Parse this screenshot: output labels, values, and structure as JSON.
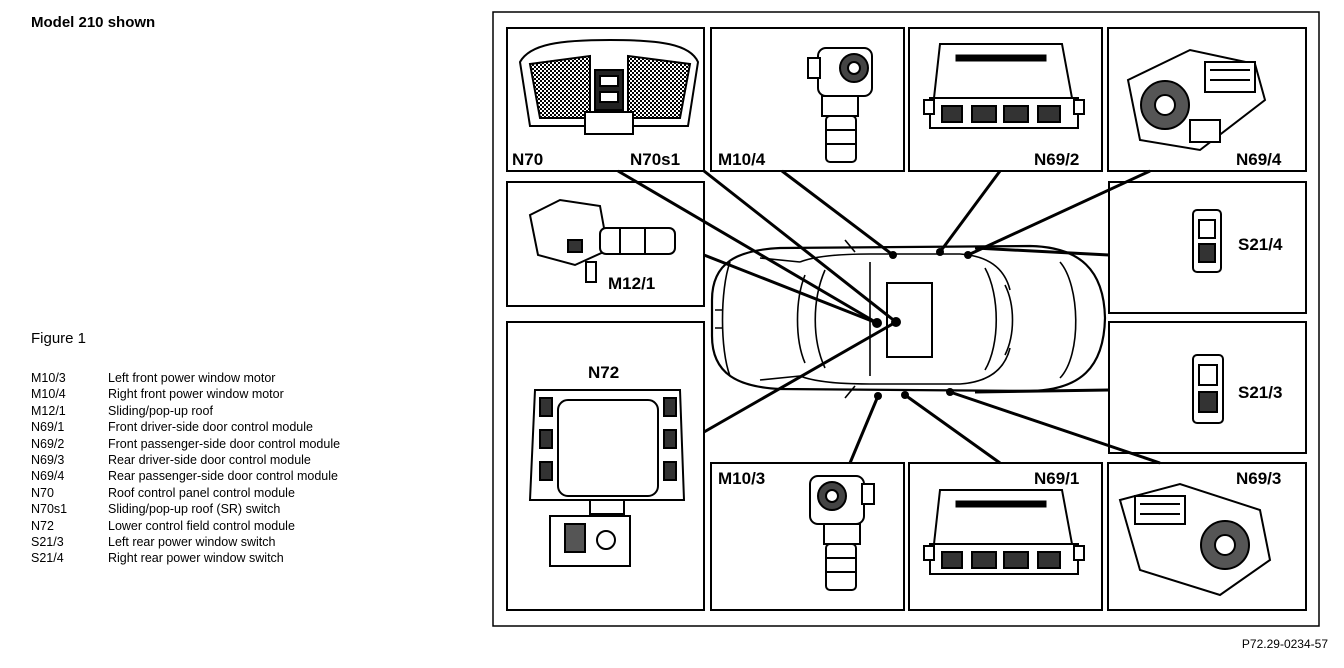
{
  "heading": "Model 210 shown",
  "figure_label": "Figure 1",
  "reference": "P72.29-0234-57",
  "legend": [
    {
      "code": "M10/3",
      "desc": "Left front power window motor"
    },
    {
      "code": "M10/4",
      "desc": "Right front power window motor"
    },
    {
      "code": "M12/1",
      "desc": "Sliding/pop-up roof"
    },
    {
      "code": "N69/1",
      "desc": "Front driver-side door control module"
    },
    {
      "code": "N69/2",
      "desc": "Front passenger-side door control module"
    },
    {
      "code": "N69/3",
      "desc": "Rear driver-side door control module"
    },
    {
      "code": "N69/4",
      "desc": "Rear passenger-side door control module"
    },
    {
      "code": "N70",
      "desc": "Roof control panel control module"
    },
    {
      "code": "N70s1",
      "desc": "Sliding/pop-up roof (SR) switch"
    },
    {
      "code": "N72",
      "desc": "Lower control field control module"
    },
    {
      "code": "S21/3",
      "desc": "Left rear power window switch"
    },
    {
      "code": "S21/4",
      "desc": "Right rear power window switch"
    }
  ],
  "callouts": {
    "n70": "N70",
    "n70s1": "N70s1",
    "m10_4": "M10/4",
    "n69_2": "N69/2",
    "n69_4": "N69/4",
    "m12_1": "M12/1",
    "s21_4": "S21/4",
    "n72": "N72",
    "s21_3": "S21/3",
    "m10_3": "M10/3",
    "n69_1": "N69/1",
    "n69_3": "N69/3"
  }
}
